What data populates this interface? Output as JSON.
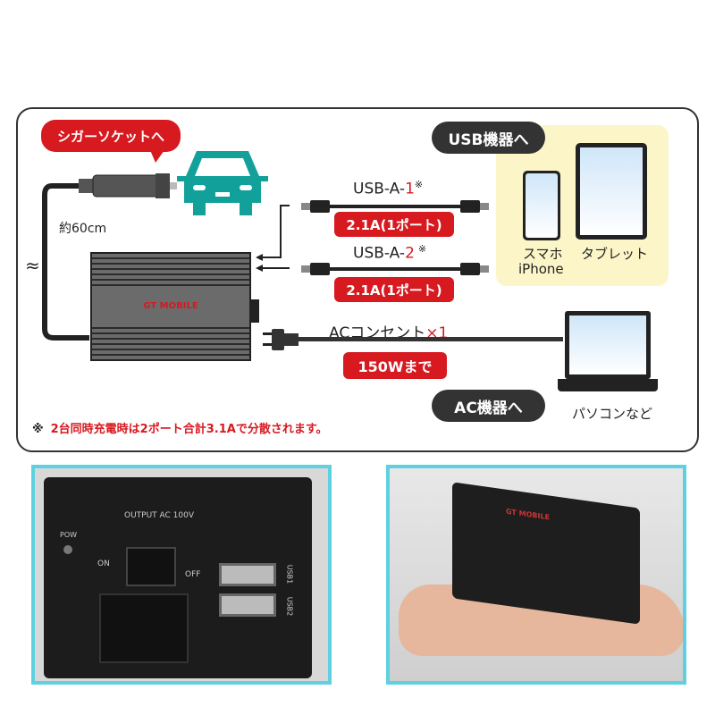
{
  "diagram": {
    "cigar_bubble": "シガーソケットへ",
    "cable_length": "約60cm",
    "inverter_brand": "GT MOBILE",
    "usb_bubble": "USB機器へ",
    "usb1": {
      "prefix": "USB-A-",
      "num": "1",
      "mark": "※",
      "badge": "2.1A(1ポート)"
    },
    "usb2": {
      "prefix": "USB-A-",
      "num": "2",
      "mark": "※",
      "badge": "2.1A(1ポート)"
    },
    "ac": {
      "prefix": "ACコンセント",
      "suffix": "×1",
      "badge": "150Wまで"
    },
    "ac_bubble": "AC機器へ",
    "smartphone_label": "スマホ",
    "iphone_label": "iPhone",
    "tablet_label": "タブレット",
    "laptop_label": "パソコンなど",
    "note_mark": "※",
    "note": "2台同時充電時は2ポート合計3.1Aで分散されます。",
    "colors": {
      "red": "#d71920",
      "teal": "#12a19a",
      "yellow": "#fbf5c8",
      "photo_border": "#5fd0e0"
    }
  },
  "photo_left": {
    "output_label": "OUTPUT AC 100V",
    "pow": "POW",
    "on": "ON",
    "off": "OFF",
    "usb1": "USB1",
    "usb2": "USB2"
  },
  "photo_right": {
    "brand": "GT MOBILE"
  }
}
